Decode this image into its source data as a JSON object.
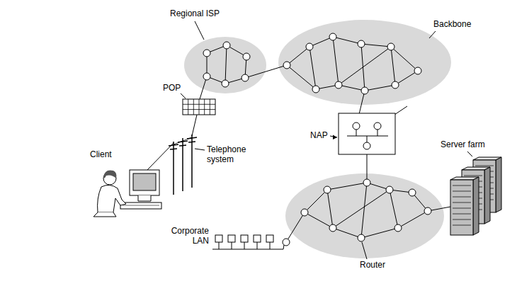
{
  "diagram": {
    "labels": [
      "Regional ISP",
      "Backbone",
      "POP",
      "Client",
      "Telephone system",
      "NAP",
      "Server farm",
      "Corporate LAN",
      "Router"
    ]
  }
}
